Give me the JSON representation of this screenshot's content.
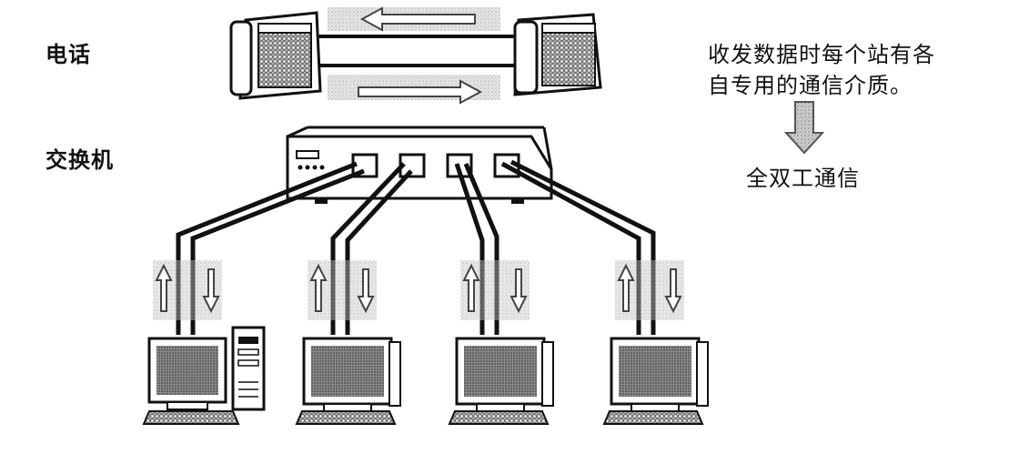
{
  "labels": {
    "phone": "电话",
    "switch": "交换机",
    "description_line1": "收发数据时每个站有各",
    "description_line2": "自专用的通信介质。",
    "result": "全双工通信"
  },
  "devices": {
    "phones": [
      "phone-left",
      "phone-right"
    ],
    "switch_port_count": 4,
    "computer_count": 4
  },
  "icons": [
    "arrow-left-icon",
    "arrow-right-icon",
    "arrow-up-icon",
    "arrow-down-icon",
    "shaded-down-arrow-icon"
  ]
}
